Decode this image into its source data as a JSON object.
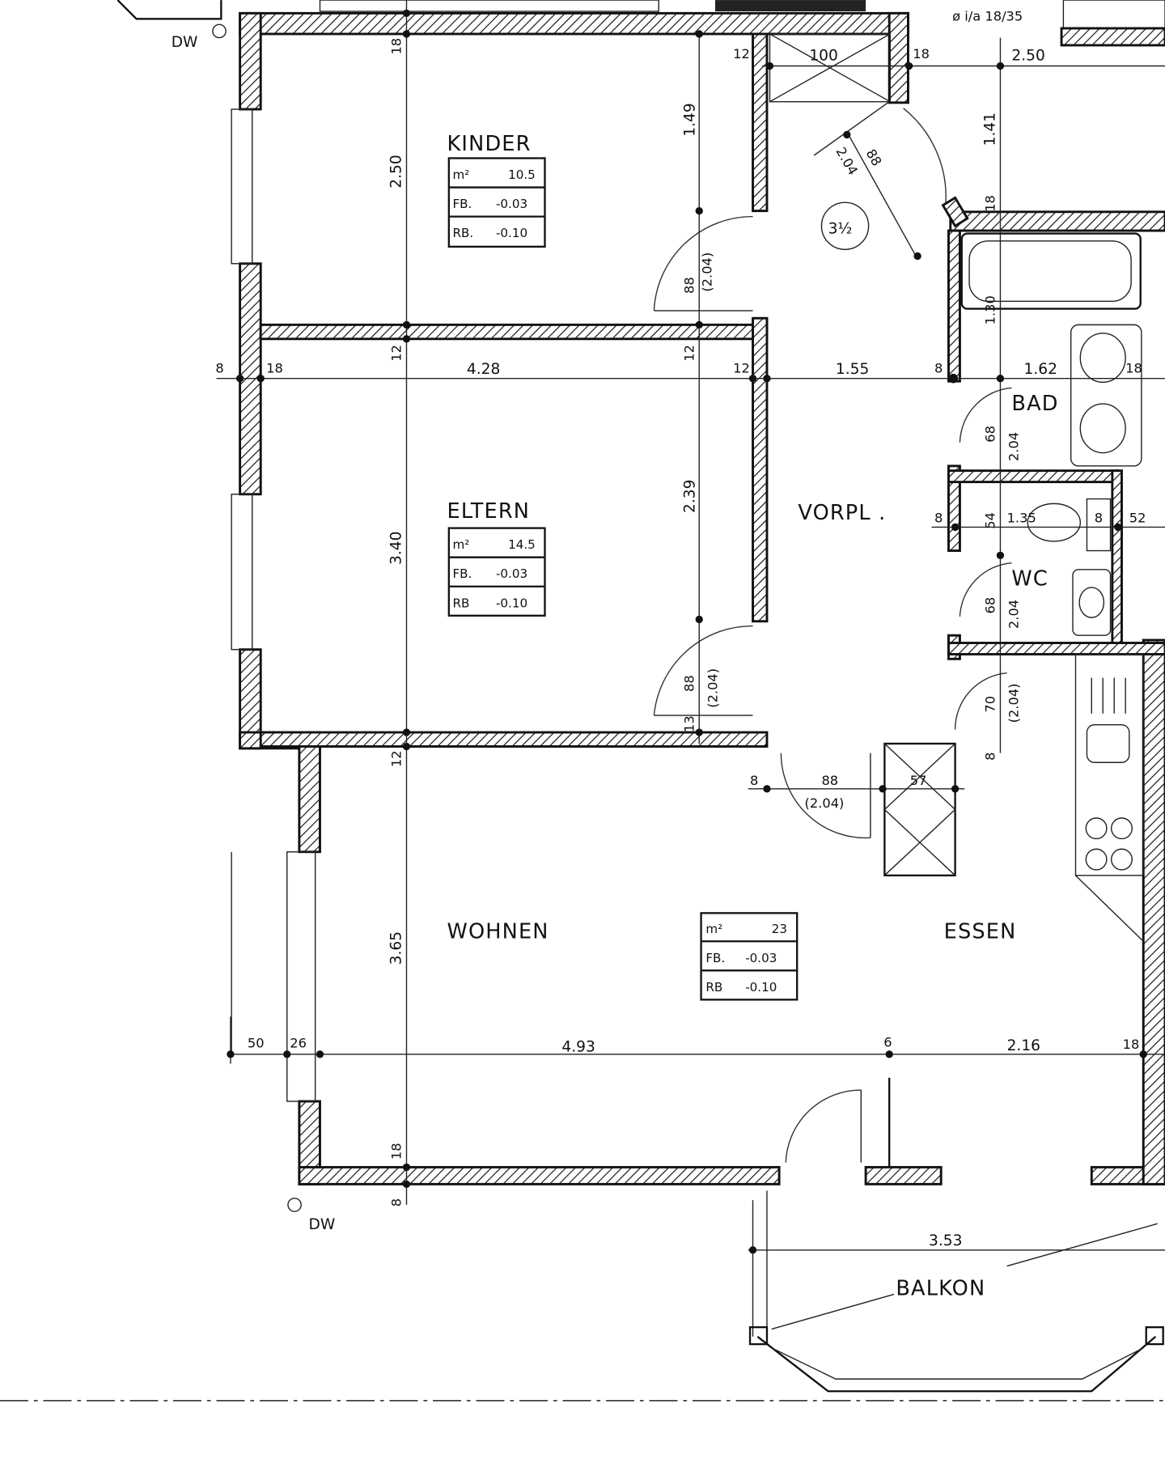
{
  "rooms": {
    "kinder": {
      "name": "KINDER",
      "area_label": "m²",
      "area": "10.5",
      "fb_label": "FB.",
      "fb": "-0.03",
      "rb_label": "RB.",
      "rb": "-0.10"
    },
    "eltern": {
      "name": "ELTERN",
      "area_label": "m²",
      "area": "14.5",
      "fb_label": "FB.",
      "fb": "-0.03",
      "rb_label": "RB",
      "rb": "-0.10"
    },
    "wohnen": {
      "name": "WOHNEN",
      "area_label": "m²",
      "area": "23",
      "fb_label": "FB.",
      "fb": "-0.03",
      "rb_label": "RB",
      "rb": "-0.10"
    },
    "essen": {
      "name": "ESSEN"
    },
    "vorpl": {
      "name": "VORPL ."
    },
    "bad": {
      "name": "BAD"
    },
    "wc": {
      "name": "WC"
    },
    "balkon": {
      "name": "BALKON"
    }
  },
  "markers": {
    "dw_top": "DW",
    "dw_bottom": "DW",
    "stair": "3½",
    "top_right_note": "ø i/a 18/35"
  },
  "dimensions": {
    "d18a": "18",
    "d250": "2.50",
    "d149": "1.49",
    "d12a": "12",
    "d100": "100",
    "d18b": "18",
    "d250b": "2.50",
    "d141": "1.41",
    "d204a": "2.04",
    "d88a": "88",
    "d18c": "18",
    "d88b": "88",
    "d204b": "(2.04)",
    "d130": "1.30",
    "d8a": "8",
    "d18d": "18",
    "d12b": "12",
    "d428": "4.28",
    "d12c": "12",
    "d12d": "12",
    "d155": "1.55",
    "d8b": "8",
    "d162": "1.62",
    "d18e": "18",
    "d68a": "68",
    "d204c": "2.04",
    "d340": "3.40",
    "d239": "2.39",
    "d8c": "8",
    "d54": "54",
    "d135": "1.35",
    "d8d": "8",
    "d52": "52",
    "d68b": "68",
    "d204d": "2.04",
    "d88c": "88",
    "d204e": "(2.04)",
    "d70": "70",
    "d204f": "(2.04)",
    "d13": "13",
    "d12e": "12",
    "d8e": "8",
    "d88d": "88",
    "d204g": "(2.04)",
    "d57": "57",
    "d8f": "8",
    "d365": "3.65",
    "d50": "50",
    "d26": "26",
    "d493": "4.93",
    "d6": "6",
    "d216": "2.16",
    "d18f": "18",
    "d18g": "18",
    "d8g": "8",
    "d353": "3.53"
  }
}
